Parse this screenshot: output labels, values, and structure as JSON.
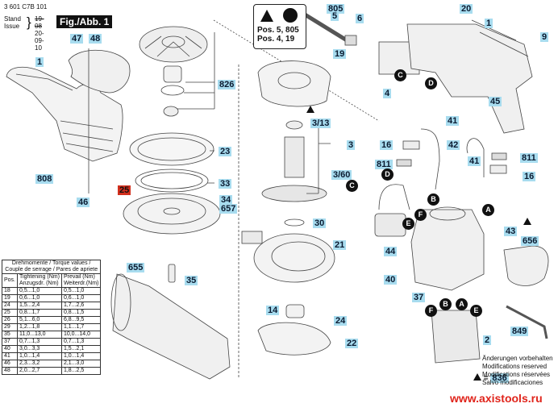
{
  "header": {
    "doc_number": "3 601 C7B 101",
    "stand_label": "Stand",
    "issue_label": "Issue",
    "stand_date": "19-08",
    "issue_date": "20-09-10",
    "figure_title": "Fig./Abb. 1"
  },
  "warning_box": {
    "line1": "Pos. 5, 805",
    "line2": "Pos. 4, 19"
  },
  "part_labels": [
    {
      "id": "47",
      "text": "47"
    },
    {
      "id": "48",
      "text": "48"
    },
    {
      "id": "1-left",
      "text": "1"
    },
    {
      "id": "826",
      "text": "826"
    },
    {
      "id": "23",
      "text": "23"
    },
    {
      "id": "808",
      "text": "808"
    },
    {
      "id": "46",
      "text": "46"
    },
    {
      "id": "25",
      "text": "25",
      "highlight": "red"
    },
    {
      "id": "33",
      "text": "33"
    },
    {
      "id": "34",
      "text": "34"
    },
    {
      "id": "657",
      "text": "657"
    },
    {
      "id": "655",
      "text": "655"
    },
    {
      "id": "35",
      "text": "35"
    },
    {
      "id": "805",
      "text": "805"
    },
    {
      "id": "5",
      "text": "5"
    },
    {
      "id": "6",
      "text": "6"
    },
    {
      "id": "19",
      "text": "19"
    },
    {
      "id": "4",
      "text": "4"
    },
    {
      "id": "3-13",
      "text": "3/13"
    },
    {
      "id": "3",
      "text": "3"
    },
    {
      "id": "3-60",
      "text": "3/60"
    },
    {
      "id": "30",
      "text": "30"
    },
    {
      "id": "21",
      "text": "21"
    },
    {
      "id": "14",
      "text": "14"
    },
    {
      "id": "24",
      "text": "24"
    },
    {
      "id": "22",
      "text": "22"
    },
    {
      "id": "20",
      "text": "20"
    },
    {
      "id": "1-right",
      "text": "1"
    },
    {
      "id": "9",
      "text": "9"
    },
    {
      "id": "45",
      "text": "45"
    },
    {
      "id": "41-top",
      "text": "41"
    },
    {
      "id": "16-left",
      "text": "16"
    },
    {
      "id": "42",
      "text": "42"
    },
    {
      "id": "811-left",
      "text": "811"
    },
    {
      "id": "41-mid",
      "text": "41"
    },
    {
      "id": "811-right",
      "text": "811"
    },
    {
      "id": "16-right",
      "text": "16"
    },
    {
      "id": "43",
      "text": "43"
    },
    {
      "id": "44",
      "text": "44"
    },
    {
      "id": "656",
      "text": "656"
    },
    {
      "id": "40",
      "text": "40"
    },
    {
      "id": "37",
      "text": "37"
    },
    {
      "id": "849",
      "text": "849"
    },
    {
      "id": "2",
      "text": "2"
    },
    {
      "id": "836",
      "text": "836"
    }
  ],
  "connectors": [
    "A",
    "B",
    "C",
    "D",
    "E",
    "F"
  ],
  "torque_table": {
    "title_line1": "Drehmomente / Torque values /",
    "title_line2": "Couple de serrage / Pares de apriete",
    "col_pos": "Pos.",
    "col_tight_1": "Tightening (Nm)",
    "col_tight_2": "Anzugsdr. (Nm)",
    "col_prevail_1": "Prevail (Nm)",
    "col_prevail_2": "Weiterdr.(Nm)",
    "rows": [
      {
        "pos": "18",
        "tightening": "0,5...1,0",
        "prevail": "0,5...1,0"
      },
      {
        "pos": "19",
        "tightening": "0,6...1,0",
        "prevail": "0,6...1,0"
      },
      {
        "pos": "24",
        "tightening": "1,5...2,4",
        "prevail": "1,7...2,6"
      },
      {
        "pos": "25",
        "tightening": "0,8...1,7",
        "prevail": "0,8...1,5"
      },
      {
        "pos": "26",
        "tightening": "5,1...6,0",
        "prevail": "6,8...9,5"
      },
      {
        "pos": "29",
        "tightening": "1,2...1,8",
        "prevail": "1,1...1,7"
      },
      {
        "pos": "35",
        "tightening": "11,0...13,0",
        "prevail": "10,0...14,0"
      },
      {
        "pos": "37",
        "tightening": "0,7...1,3",
        "prevail": "0,7...1,3"
      },
      {
        "pos": "40",
        "tightening": "3,0...3,3",
        "prevail": "1,5...2,1"
      },
      {
        "pos": "41",
        "tightening": "1,0...1,4",
        "prevail": "1,0...1,4"
      },
      {
        "pos": "46",
        "tightening": "2,3...3,2",
        "prevail": "2,1...3,0"
      },
      {
        "pos": "48",
        "tightening": "2,0...2,7",
        "prevail": "1,8...2,5"
      }
    ]
  },
  "legend": {
    "equals": "=",
    "value": "836"
  },
  "notes": [
    "Änderungen vorbehalten",
    "Modifications reserved",
    "Modifications réservées",
    "Salvo modificaciones"
  ],
  "watermark": "www.axistools.ru",
  "colors": {
    "label_bg": "#a8dcef",
    "highlight_bg": "#d22f1d",
    "watermark": "#e0241b"
  }
}
